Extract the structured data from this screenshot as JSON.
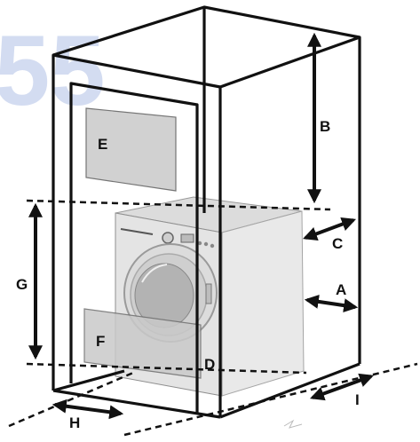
{
  "watermark": "55",
  "labels": {
    "A": "A",
    "B": "B",
    "C": "C",
    "D": "D",
    "E": "E",
    "F": "F",
    "G": "G",
    "H": "H",
    "I": "I"
  },
  "colors": {
    "outline": "#111111",
    "panel_fill": "#cfcfcf",
    "panel_stroke": "#6e6e6e",
    "machine_front": "#e4e4e4",
    "machine_top": "#dcdcdc",
    "machine_side": "#e9e9e9",
    "watermark": "#c9d4ee"
  }
}
